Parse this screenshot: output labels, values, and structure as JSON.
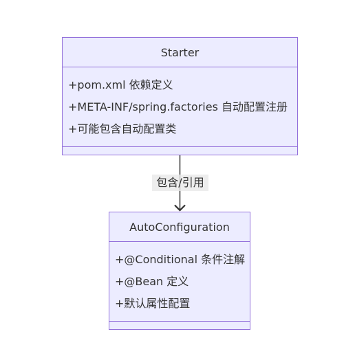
{
  "diagram": {
    "classes": [
      {
        "id": "starter",
        "name": "Starter",
        "members": [
          "+pom.xml 依赖定义",
          "+META-INF/spring.factories 自动配置注册",
          "+可能包含自动配置类"
        ]
      },
      {
        "id": "auto",
        "name": "AutoConfiguration",
        "members": [
          "+@Conditional 条件注解",
          "+@Bean 定义",
          "+默认属性配置"
        ]
      }
    ],
    "relations": [
      {
        "from": "Starter",
        "to": "AutoConfiguration",
        "label": "包含/引用"
      }
    ]
  },
  "colors": {
    "box_fill": "#ECECFF",
    "box_border": "#9370DB",
    "text": "#333333",
    "edge": "#333333",
    "label_bg": "#E8E8E8"
  }
}
